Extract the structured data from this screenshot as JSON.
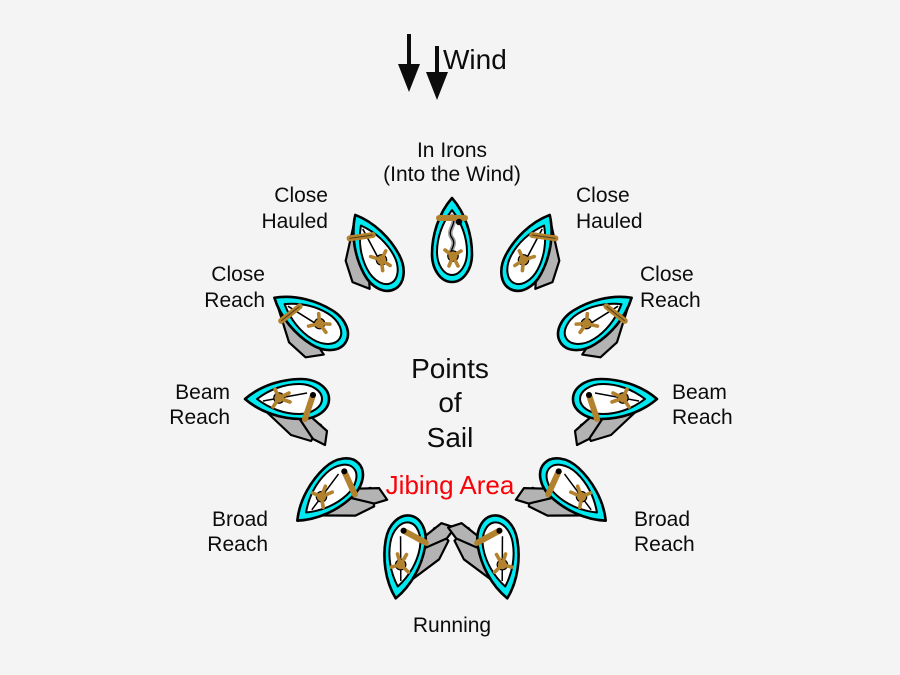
{
  "figure": {
    "title_lines": [
      "Points",
      "of",
      "Sail"
    ],
    "background_color": "#f4f4f4",
    "text_color": "#0c0c0c",
    "accent_color": "#fb0007",
    "hull_color": "#00e8f0",
    "deck_color": "#ffffff",
    "sail_color": "#b3b3b3",
    "spar_color": "#b3822e",
    "outline_color": "#000000"
  },
  "wind": {
    "label": "Wind",
    "arrow_direction": "down",
    "arrow_count": 2,
    "icon": "wind-arrow-down-icon"
  },
  "center": {
    "line1": "Points",
    "line2": "of",
    "line3": "Sail"
  },
  "jibing": {
    "label": "Jibing Area",
    "color": "#fb0007"
  },
  "positions": [
    {
      "id": "in-irons",
      "label_line1": "In Irons",
      "label_line2": "(Into the Wind)",
      "angle_deg": 0,
      "side": "center",
      "label_align": "middle"
    },
    {
      "id": "close-hauled-port",
      "label_line1": "Close",
      "label_line2": "Hauled",
      "angle_deg": -40,
      "side": "left",
      "label_align": "end"
    },
    {
      "id": "close-hauled-starboard",
      "label_line1": "Close",
      "label_line2": "Hauled",
      "angle_deg": 40,
      "side": "right",
      "label_align": "start"
    },
    {
      "id": "close-reach-port",
      "label_line1": "Close",
      "label_line2": "Reach",
      "angle_deg": -70,
      "side": "left",
      "label_align": "end"
    },
    {
      "id": "close-reach-starboard",
      "label_line1": "Close",
      "label_line2": "Reach",
      "angle_deg": 70,
      "side": "right",
      "label_align": "start"
    },
    {
      "id": "beam-reach-port",
      "label_line1": "Beam",
      "label_line2": "Reach",
      "angle_deg": -100,
      "side": "left",
      "label_align": "end"
    },
    {
      "id": "beam-reach-starboard",
      "label_line1": "Beam",
      "label_line2": "Reach",
      "angle_deg": 100,
      "side": "right",
      "label_align": "start"
    },
    {
      "id": "broad-reach-port",
      "label_line1": "Broad",
      "label_line2": "Reach",
      "angle_deg": -138,
      "side": "left",
      "label_align": "end"
    },
    {
      "id": "broad-reach-starboard",
      "label_line1": "Broad",
      "label_line2": "Reach",
      "angle_deg": 138,
      "side": "right",
      "label_align": "start"
    },
    {
      "id": "running-port",
      "label_line1": "Running",
      "label_line2": "",
      "angle_deg": -168,
      "side": "bottom",
      "label_align": "middle"
    },
    {
      "id": "running-starboard",
      "label_line1": "",
      "label_line2": "",
      "angle_deg": 168,
      "side": "bottom",
      "label_align": "middle"
    }
  ]
}
